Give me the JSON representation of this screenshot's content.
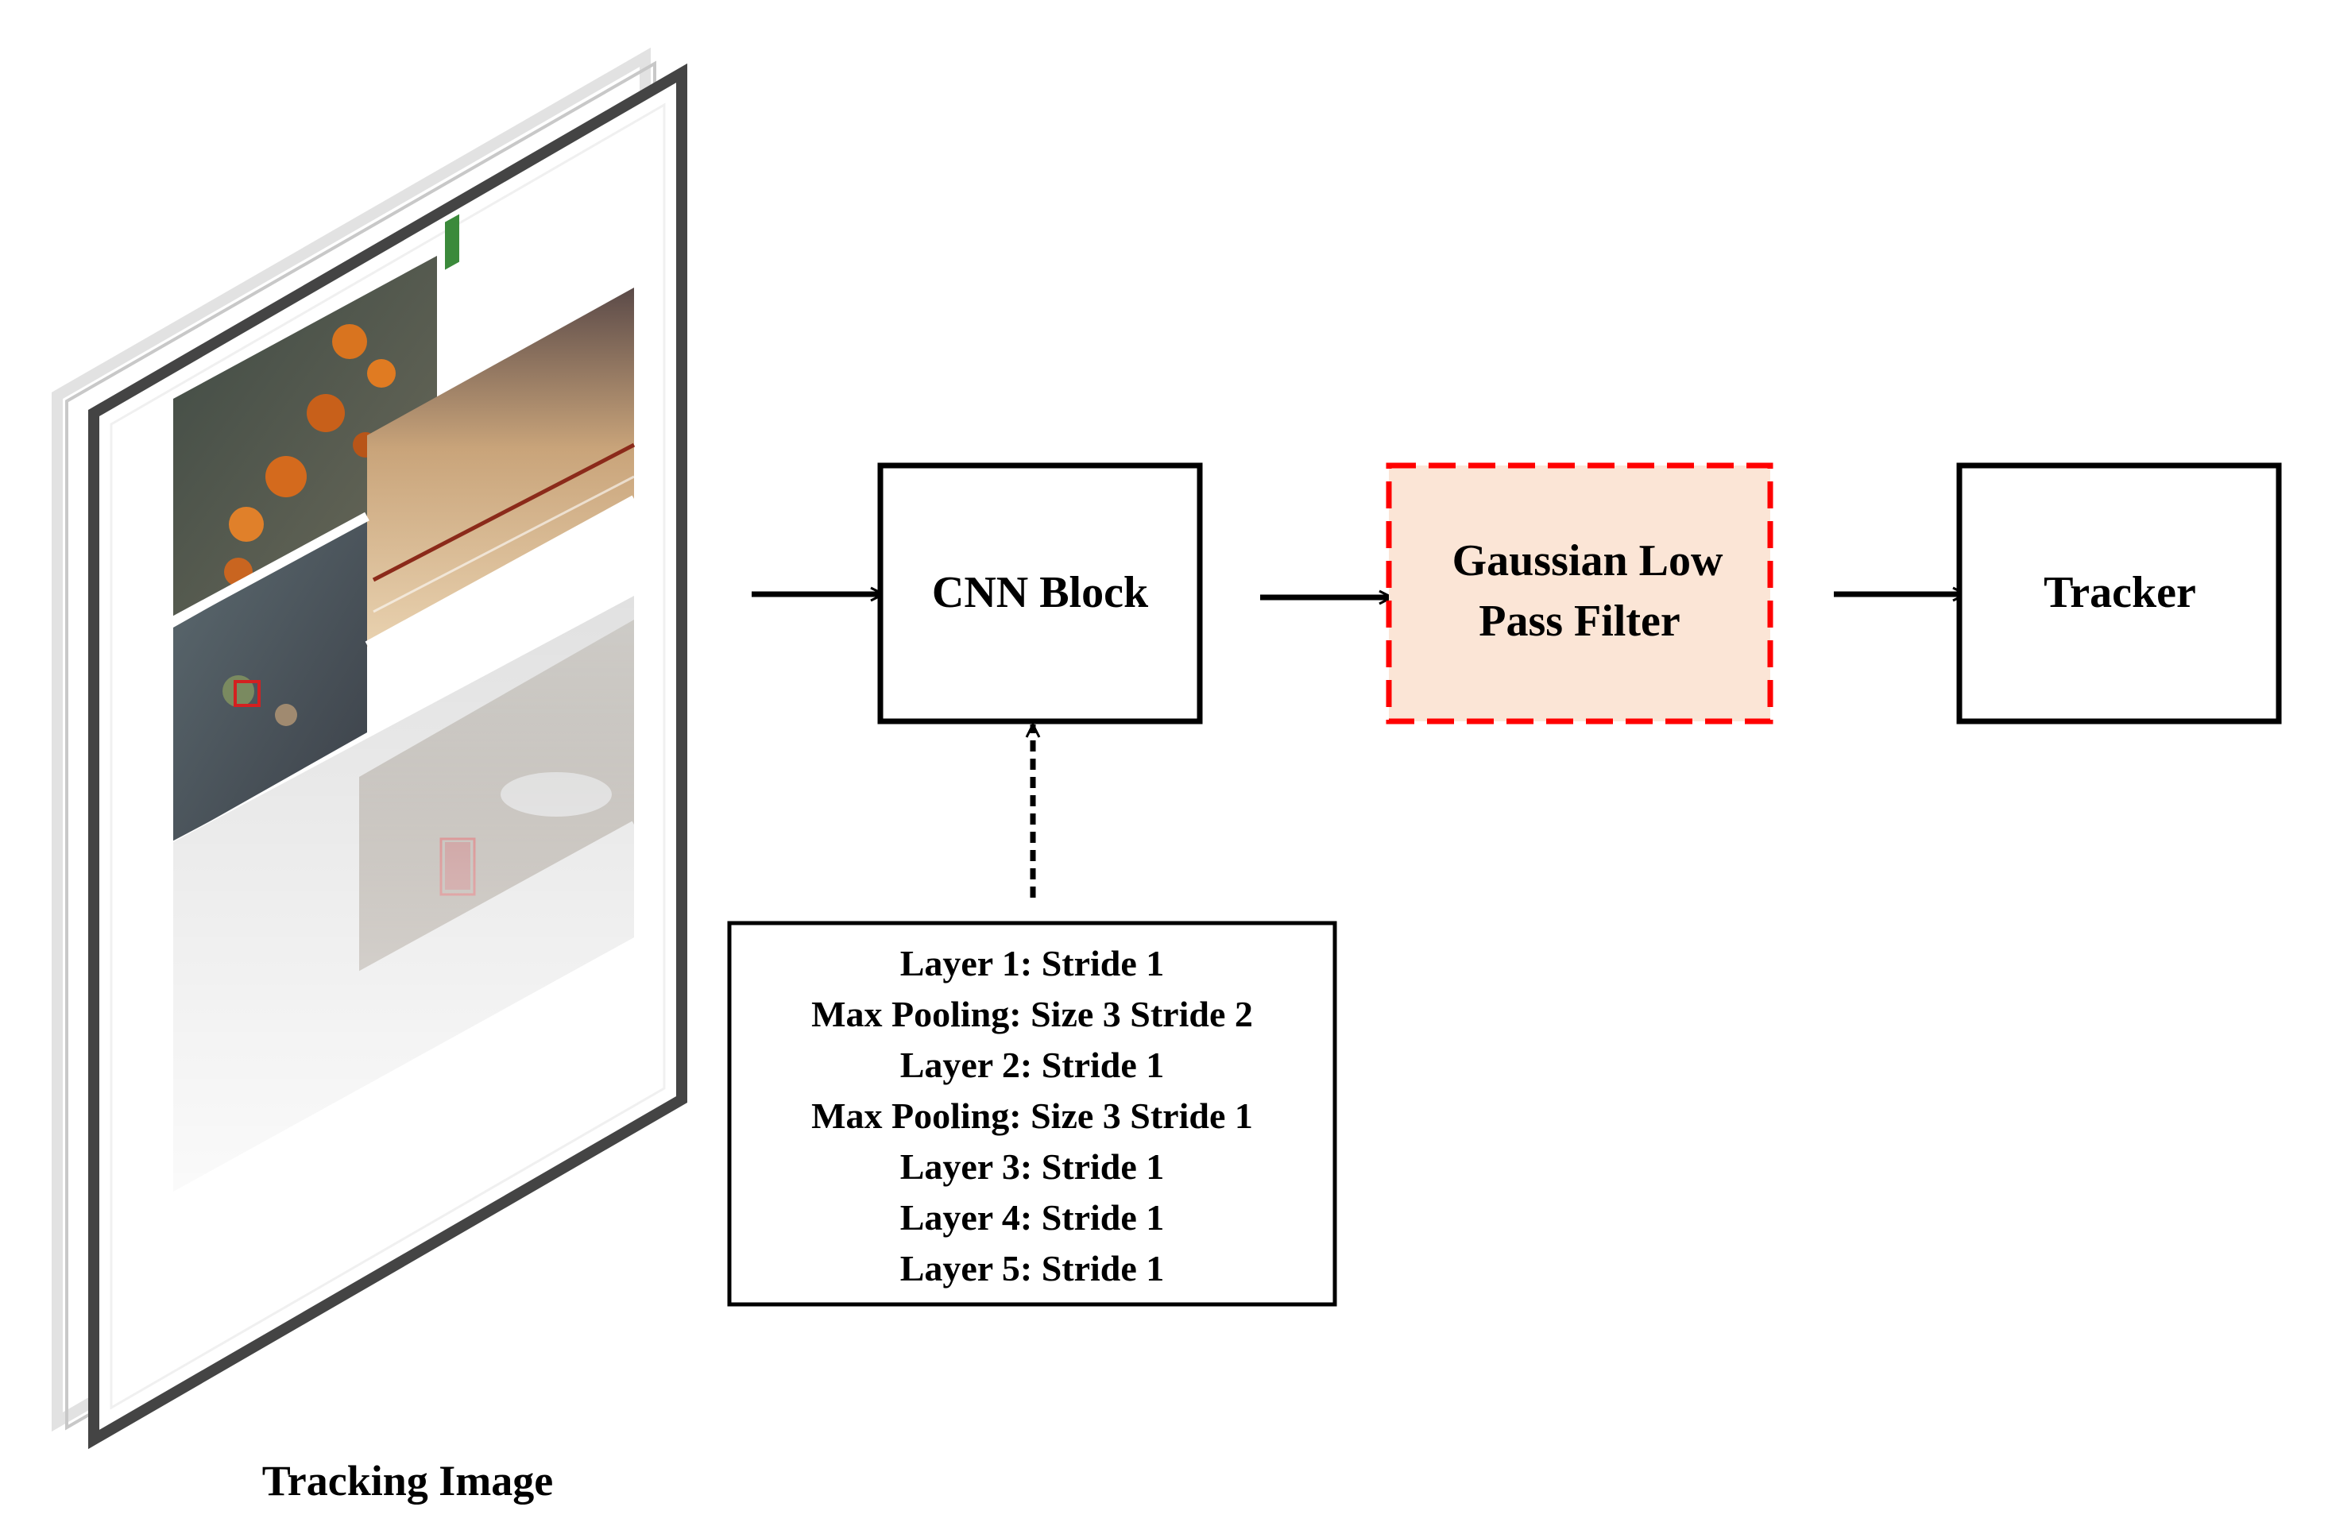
{
  "input": {
    "caption": "Tracking Image"
  },
  "blocks": {
    "cnn": "CNN Block",
    "gaussian": {
      "line1": "Gaussian Low",
      "line2": "Pass Filter"
    },
    "tracker": "Tracker"
  },
  "layers": [
    "Layer 1: Stride 1",
    "Max Pooling: Size 3 Stride 2",
    "Layer 2: Stride 1",
    "Max Pooling: Size 3 Stride 1",
    "Layer 3: Stride 1",
    "Layer 4: Stride 1",
    "Layer 5: Stride 1"
  ],
  "colors": {
    "gaussian_fill": "#fbe5d6",
    "gaussian_border": "#ff0000",
    "frame_dark": "#444444",
    "frame_light": "#e6e6e6"
  }
}
